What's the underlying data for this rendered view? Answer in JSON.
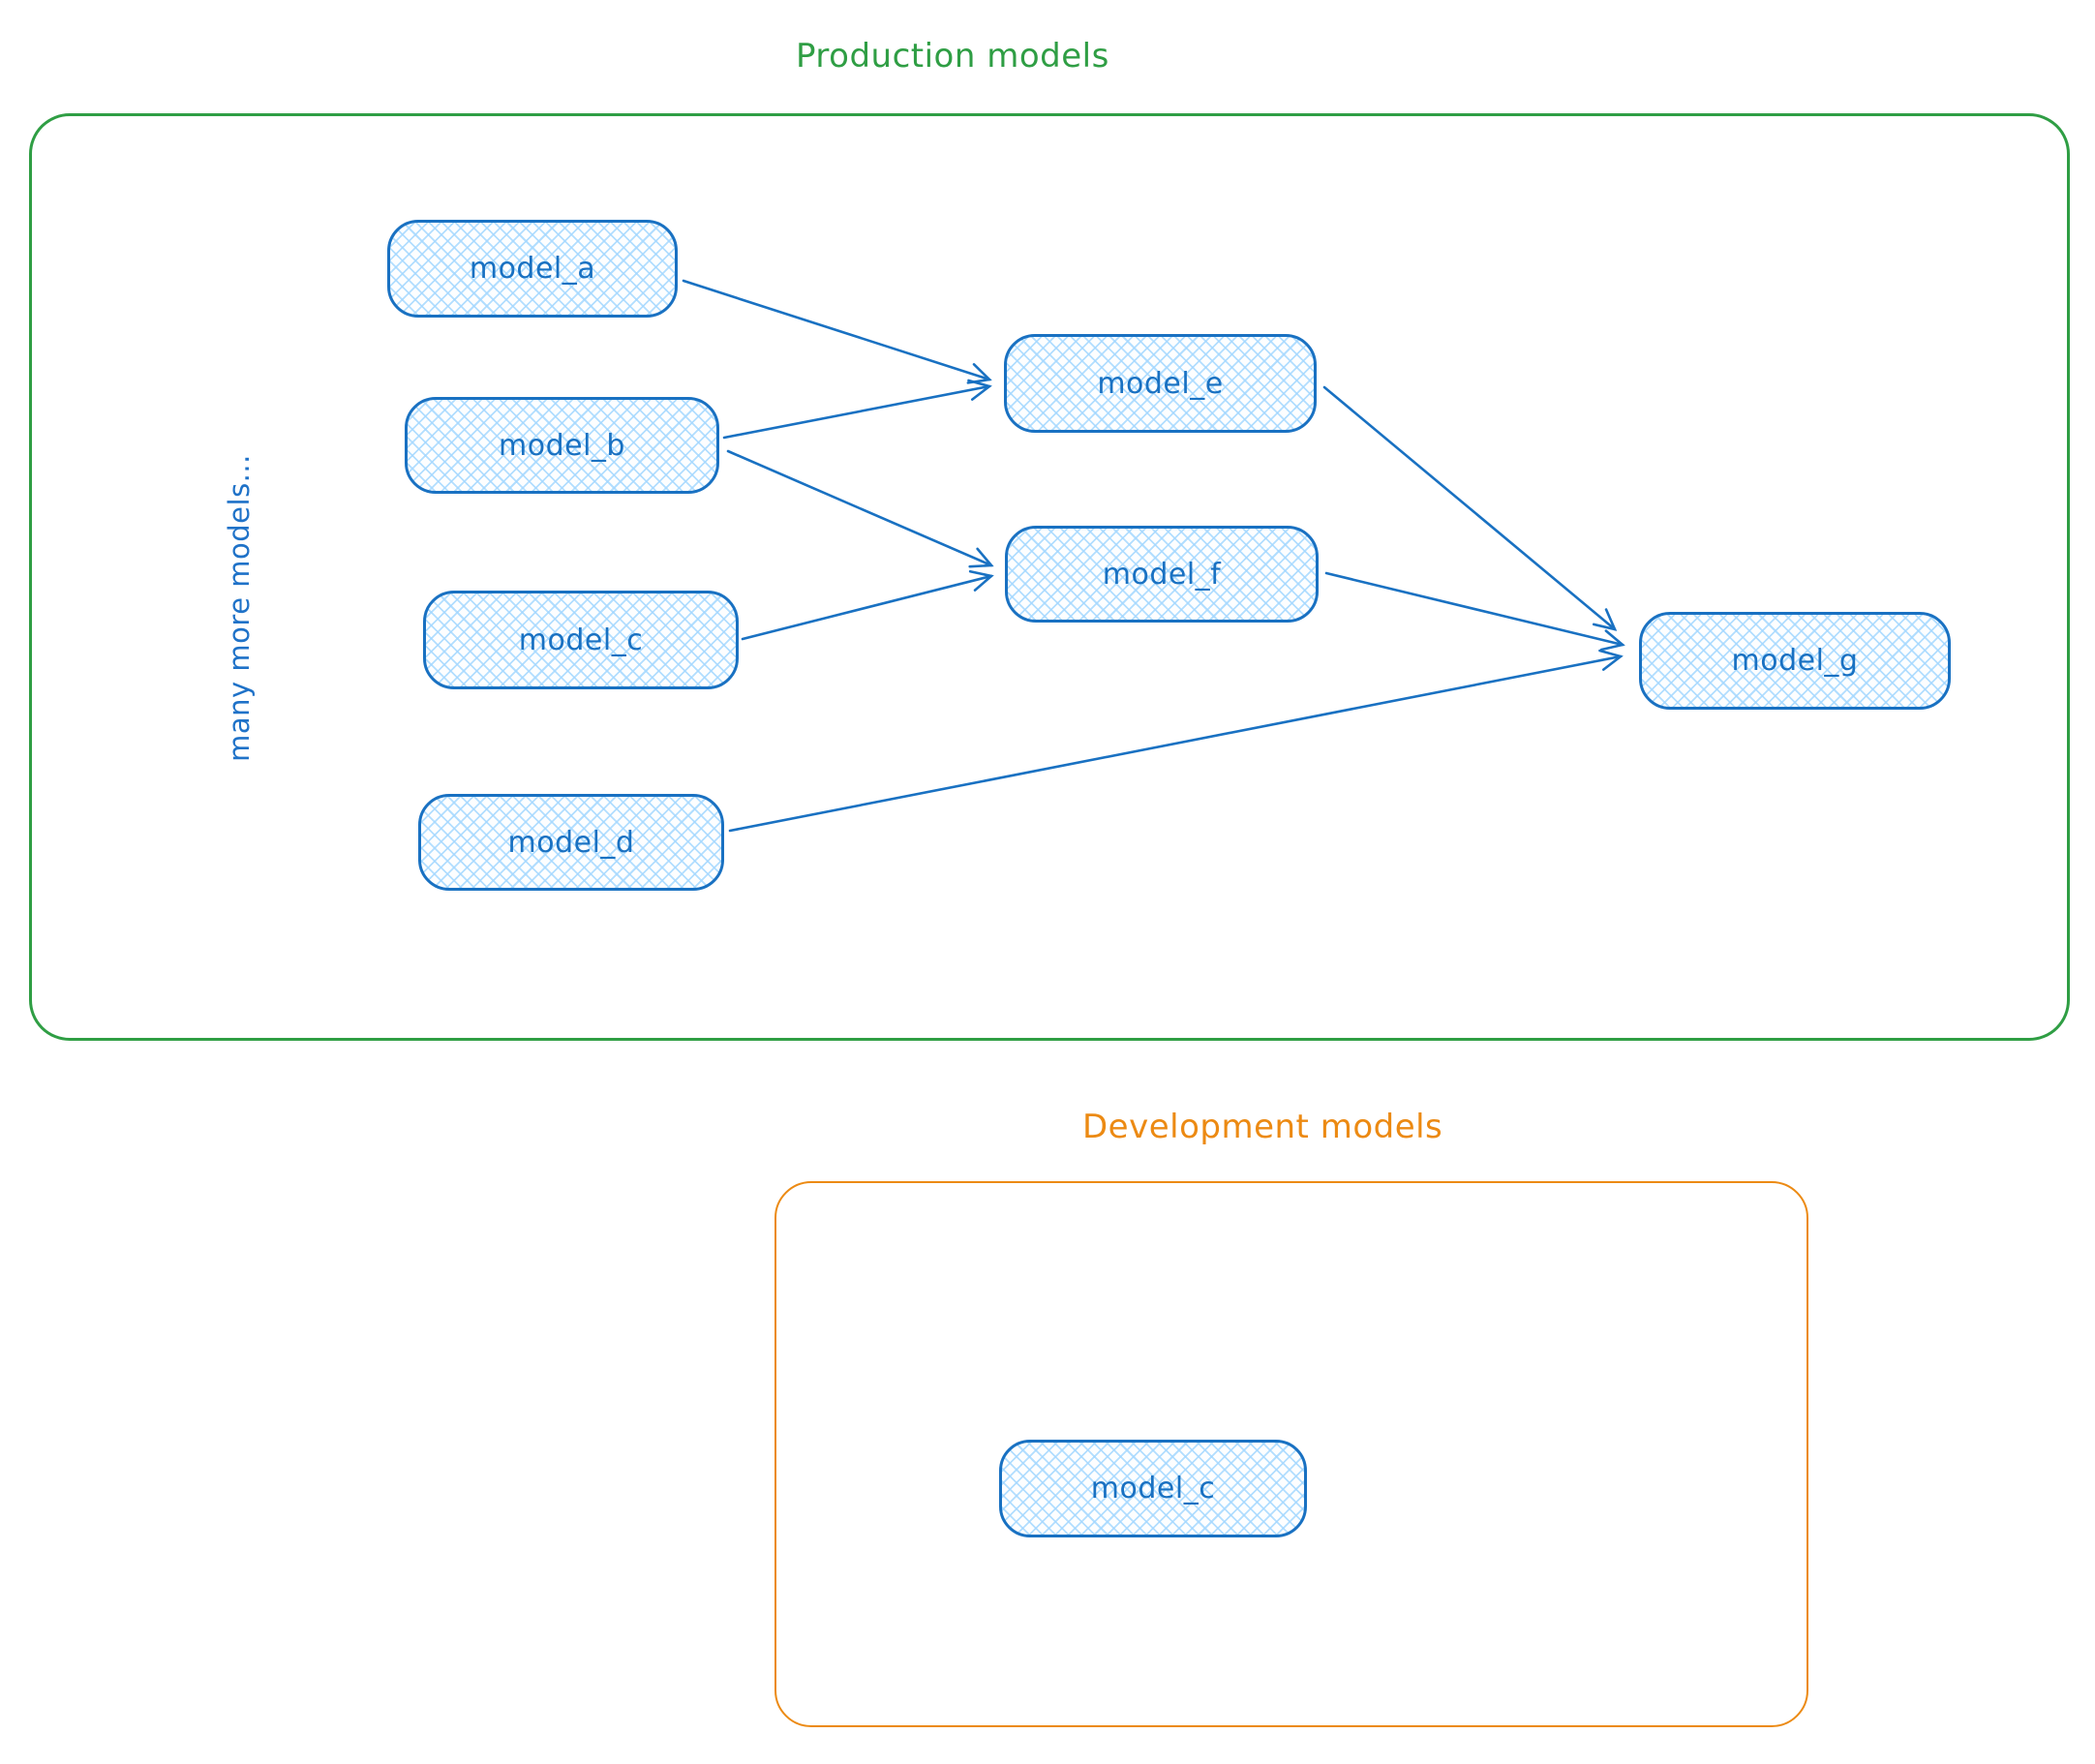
{
  "colors": {
    "node_stroke_blue": "#1971c2",
    "node_fill_blue": "#a5d8ff",
    "production_green": "#2f9e44",
    "development_orange": "#ec8a13"
  },
  "production": {
    "title": "Production models",
    "side_label": "many more models...",
    "nodes": [
      {
        "id": "model_a",
        "label": "model_a"
      },
      {
        "id": "model_b",
        "label": "model_b"
      },
      {
        "id": "model_c",
        "label": "model_c"
      },
      {
        "id": "model_d",
        "label": "model_d"
      },
      {
        "id": "model_e",
        "label": "model_e"
      },
      {
        "id": "model_f",
        "label": "model_f"
      },
      {
        "id": "model_g",
        "label": "model_g"
      }
    ],
    "edges": [
      {
        "from": "model_a",
        "to": "model_e"
      },
      {
        "from": "model_b",
        "to": "model_e"
      },
      {
        "from": "model_b",
        "to": "model_f"
      },
      {
        "from": "model_c",
        "to": "model_f"
      },
      {
        "from": "model_e",
        "to": "model_g"
      },
      {
        "from": "model_f",
        "to": "model_g"
      },
      {
        "from": "model_d",
        "to": "model_g"
      }
    ]
  },
  "development": {
    "title": "Development models",
    "nodes": [
      {
        "id": "model_c_dev",
        "label": "model_c"
      }
    ]
  }
}
